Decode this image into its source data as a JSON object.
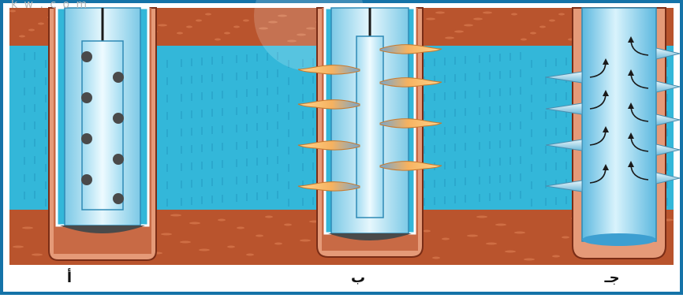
{
  "watermark": "k w . c o m",
  "panels": [
    {
      "id": "a",
      "label": "أ"
    },
    {
      "id": "b",
      "label": "ب"
    },
    {
      "id": "c",
      "label": "جـ"
    }
  ],
  "colors": {
    "frame": "#1573a8",
    "rock": "#b9542d",
    "aquifer": "#33b7d9",
    "casing_wall": "#e59a78",
    "pipe_fill": "#c7ecf7",
    "pipe_dark": "#3a9cc7",
    "perforation": "#4a4a4a",
    "bullet_orange": "#f0a040",
    "water_bottom": "#3d9fd1"
  }
}
